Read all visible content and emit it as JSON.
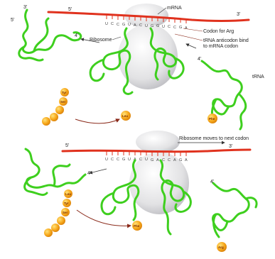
{
  "panel1": {
    "mrna_5": "5'",
    "mrna_3": "3'",
    "trna_left_5": "5'",
    "trna_left_3": "3'",
    "trna_left_end": "4'",
    "trna_right_end": "4'",
    "labels": {
      "mrna": "mRNA",
      "ribosome": "Ribosome",
      "codon": "Codon for Arg",
      "anticodon_line1": "tRNA anticodon bind",
      "anticodon_line2": "to mRNA codon",
      "trna": "tRNA"
    },
    "amino_acids": {
      "leu": "Leu",
      "tyr": "Tyr",
      "ser": "Ser",
      "phe": "Phe"
    }
  },
  "panel2": {
    "mrna_5": "5'",
    "mrna_3": "3'",
    "trna_left_end": "4'",
    "trna_right_end": "4'",
    "labels": {
      "moves": "Ribosome moves to next codon"
    },
    "amino_acids": {
      "leu": "Leu",
      "tyr": "Tyr",
      "ser": "Ser",
      "phe": "Phe",
      "arg": "Arg"
    }
  },
  "colors": {
    "mrna": "#e0321e",
    "trna": "#3ecf1e",
    "trna_dark": "#1f8f10",
    "ribosome": "#e4e4e6",
    "amino_acid": "#f7a81b"
  }
}
